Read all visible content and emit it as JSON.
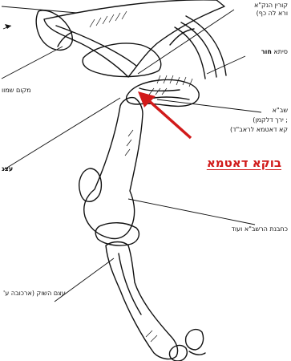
{
  "labels": {
    "top_right_line1": "קורין הנק\"א",
    "top_right_line2": "ורא לה כף)",
    "right_mid_prefix": "סיתא ",
    "right_mid_bold": "חור",
    "right_a_line1": "שב\"א",
    "right_a_line2": "; ירך דלקמן)",
    "right_a_line3": "קא דאטמא לראב\"ד)",
    "left_mid": "מקום שמוו",
    "left_lower": "עצנ",
    "right_lower": "כחבנת הרשב\"א ועוד",
    "bottom": "עצם השוק (ארכובה ע'"
  },
  "title": "בוקא דאטמא",
  "colors": {
    "accent": "#d11a1a",
    "ink": "#111111"
  }
}
